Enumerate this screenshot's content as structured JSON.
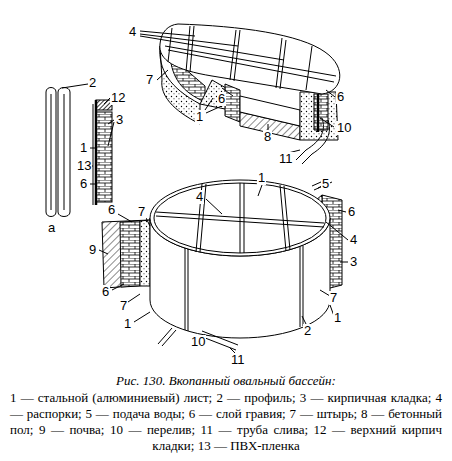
{
  "diagram": {
    "caption": "Рис. 130. Вкопанный овальный бассейн:",
    "labels": [
      "4",
      "7",
      "6",
      "1",
      "6",
      "10",
      "8",
      "11",
      "2",
      "12",
      "3",
      "1",
      "13",
      "6",
      "а",
      "1",
      "5",
      "4",
      "6",
      "7",
      "9",
      "6",
      "4",
      "3",
      "6",
      "7",
      "7",
      "1",
      "1",
      "2",
      "10",
      "11",
      "1 — стальной (алюминиевый) лист; 2 — профиль; 3 — кирпичная кладка; 4 — распорки; 5 — подача воды; 6 — слой гравия; 7 — штырь; 8 — бетонный пол; 9 — почва; 10 — перелив; 11 — труба слива; 12 — верхний кирпич кладки; 13 — ПВХ-пленка"
    ]
  }
}
